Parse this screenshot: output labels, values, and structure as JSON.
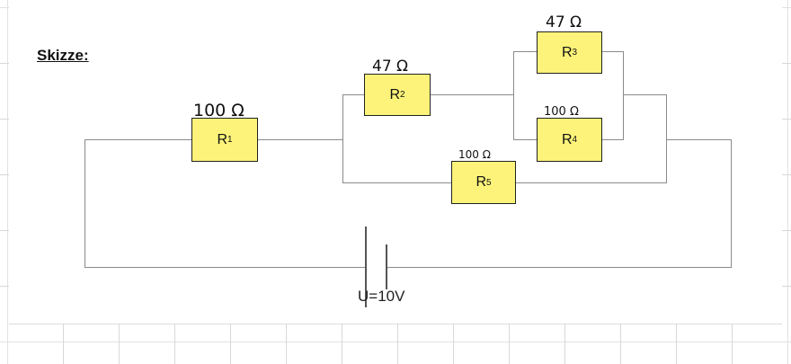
{
  "heading": "Skizze:",
  "resistors": [
    {
      "label": "R",
      "index": "1",
      "value": "100 Ω"
    },
    {
      "label": "R",
      "index": "2",
      "value": "47 Ω"
    },
    {
      "label": "R",
      "index": "3",
      "value": "47 Ω"
    },
    {
      "label": "R",
      "index": "4",
      "value": "100 Ω"
    },
    {
      "label": "R",
      "index": "5",
      "value": "100 Ω"
    }
  ],
  "source": {
    "label": "U=10V"
  },
  "colors": {
    "resistor_fill": "#fdf37a",
    "wire": "#8a8a8a",
    "grid": "#e2e2e2"
  }
}
